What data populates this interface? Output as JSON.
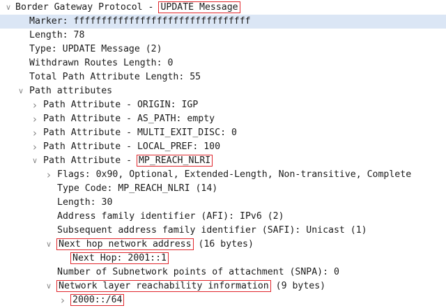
{
  "highlight_color": "#e0252b",
  "rows": [
    {
      "label": "Border Gateway Protocol - ",
      "boxed": "UPDATE Message",
      "suffix": "",
      "arrow": "chevron-down-icon",
      "level": 0
    },
    {
      "label": "Marker: ffffffffffffffffffffffffffffffff",
      "level": 1,
      "selected": true
    },
    {
      "label": "Length: 78",
      "level": 1
    },
    {
      "label": "Type: UPDATE Message (2)",
      "level": 1
    },
    {
      "label": "Withdrawn Routes Length: 0",
      "level": 1
    },
    {
      "label": "Total Path Attribute Length: 55",
      "level": 1
    },
    {
      "label": "Path attributes",
      "arrow": "chevron-down-icon",
      "level": 1
    },
    {
      "label": "Path Attribute - ORIGIN: IGP",
      "arrow": "chevron-right-icon",
      "level": 2
    },
    {
      "label": "Path Attribute - AS_PATH: empty",
      "arrow": "chevron-right-icon",
      "level": 2
    },
    {
      "label": "Path Attribute - MULTI_EXIT_DISC: 0",
      "arrow": "chevron-right-icon",
      "level": 2
    },
    {
      "label": "Path Attribute - LOCAL_PREF: 100",
      "arrow": "chevron-right-icon",
      "level": 2
    },
    {
      "label": "Path Attribute - ",
      "boxed": "MP_REACH_NLRI",
      "arrow": "chevron-down-icon",
      "level": 2
    },
    {
      "label": "Flags: 0x90, Optional, Extended-Length, Non-transitive, Complete",
      "arrow": "chevron-right-icon",
      "level": 3
    },
    {
      "label": "Type Code: MP_REACH_NLRI (14)",
      "level": 3
    },
    {
      "label": "Length: 30",
      "level": 3
    },
    {
      "label": "Address family identifier (AFI): IPv6 (2)",
      "level": 3
    },
    {
      "label": "Subsequent address family identifier (SAFI): Unicast (1)",
      "level": 3
    },
    {
      "label": "",
      "boxed": "Next hop network address",
      "suffix": " (16 bytes)",
      "arrow": "chevron-down-icon",
      "level": 3
    },
    {
      "label": "",
      "boxed": "Next Hop: 2001::1",
      "level": 4
    },
    {
      "label": "Number of Subnetwork points of attachment (SNPA): 0",
      "level": 3
    },
    {
      "label": "",
      "boxed": "Network layer reachability information",
      "suffix": " (9 bytes)",
      "arrow": "chevron-down-icon",
      "level": 3
    },
    {
      "label": "",
      "boxed": "2000::/64",
      "arrow": "chevron-right-icon",
      "level": 4
    }
  ]
}
